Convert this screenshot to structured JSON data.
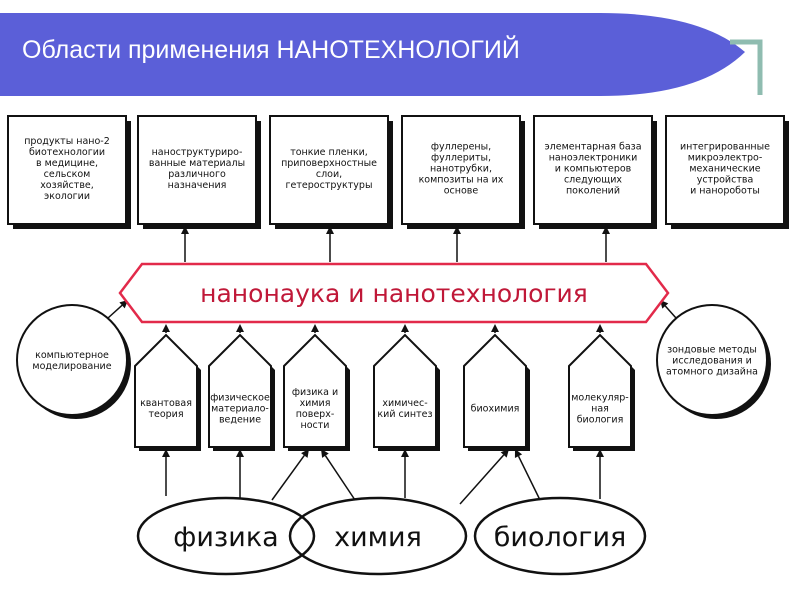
{
  "title": "Области применения НАНОТЕХНОЛОГИЙ",
  "colors": {
    "header": "#5b5fd8",
    "banner_border": "#e22a4a",
    "banner_text": "#c01838",
    "accent_teal": "#8fbcb0"
  },
  "top_boxes": [
    {
      "lines": [
        "продукты нано-2",
        "биотехнологии",
        "в медицине,",
        "сельском",
        "хозяйстве,",
        "экологии"
      ]
    },
    {
      "lines": [
        "наноструктуриро-",
        "ванные материалы",
        "различного",
        "назначения"
      ]
    },
    {
      "lines": [
        "тонкие пленки,",
        "приповерхностные",
        "слои,",
        "гетероструктуры"
      ]
    },
    {
      "lines": [
        "фуллерены,",
        "фуллериты,",
        "нанотрубки,",
        "композиты на их",
        "основе"
      ]
    },
    {
      "lines": [
        "элементарная база",
        "наноэлектроники",
        "и компьютеров",
        "следующих",
        "поколений"
      ]
    },
    {
      "lines": [
        "интегрированные",
        "микроэлектро-",
        "механические",
        "устройства",
        "и нанороботы"
      ]
    }
  ],
  "center_banner": "нанонаука и нанотехнология",
  "side_circles": [
    {
      "lines": [
        "компьютерное",
        "моделирование"
      ]
    },
    {
      "lines": [
        "зондовые методы",
        "исследования и",
        "атомного дизайна"
      ]
    }
  ],
  "houses": [
    {
      "lines": [
        "квантовая",
        "теория"
      ]
    },
    {
      "lines": [
        "физическое",
        "материало-",
        "ведение"
      ]
    },
    {
      "lines": [
        "физика и",
        "химия",
        "поверх-",
        "ности"
      ]
    },
    {
      "lines": [
        "химичес-",
        "кий синтез"
      ]
    },
    {
      "lines": [
        "биохимия"
      ]
    },
    {
      "lines": [
        "молекуляр-",
        "ная",
        "биология"
      ]
    }
  ],
  "ovals": [
    "физика",
    "химия",
    "биология"
  ]
}
